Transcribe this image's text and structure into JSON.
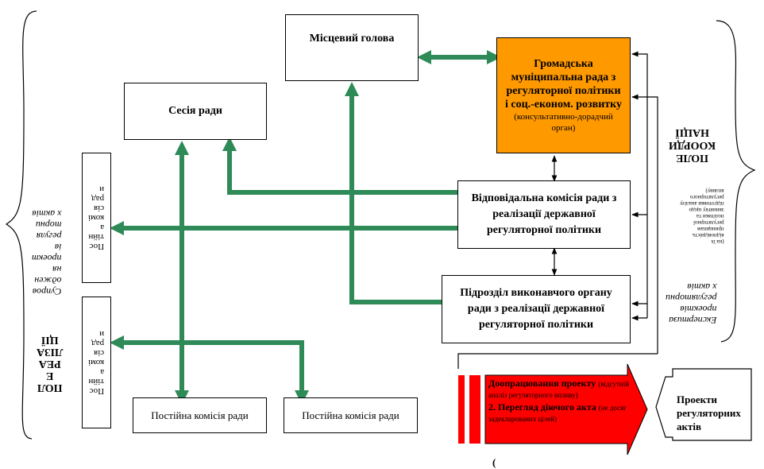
{
  "nodes": {
    "mayor": "Місцевий  голова",
    "session": "Сесія ради",
    "civic_council_title": "Громадська муніципальна рада з регуляторної політики і соц.-економ. розвитку",
    "civic_council_note": "(консультативно-дорадчий орган)",
    "responsible_commission": "Відповідальна комісія ради з реалізації державної регуляторної політики",
    "executive_unit": "Підрозділ виконавчого органу ради з реалізації державної регуляторної політики",
    "standing_commission_1": "Постійна комісія ради",
    "standing_commission_2": "Постійна  комісія ради",
    "left_small_1": "Пос\nтійн\nа\nкомі\nсія\nрад\nи",
    "left_small_2": "Пос\nтійн\nа\nкомі\nсія\nрад\nи",
    "draft_acts": "Проекти регуляторних актів"
  },
  "red_arrow": {
    "item1_bold": "Доопрацювання проекту",
    "item1_note": "(відсутній аналіз регуляторного впливу)",
    "item2_bold": "2. Перегляд діючого акта",
    "item2_note": "(не досяг задекларованих цілей)",
    "paren": "("
  },
  "left_side": {
    "field_title": "ПОЛ\nЕ\nРЕА\nЛІЗА\nЦІЇ",
    "italic_text": "Супров\nоджен\nня\nпроект\nів\nрегуля\nторни\nх актів"
  },
  "right_side": {
    "field_title": "ПОЛЕ\nКООРДИ\nНАЦІЇ",
    "italic_text": "Експертиза\nпроектів\nрегуляторни\nх актів",
    "small_note": "(на їх\nвідповідність\nпринципам\nрегуляторної\nполітики та\nзвинятку щодо\nпідготовки аналізу\nрегуляторного\nвпливу)"
  },
  "colors": {
    "connector_green": "#2e8b57",
    "civic_council_fill": "#ff9900",
    "red_arrow_fill": "#ff0000"
  }
}
